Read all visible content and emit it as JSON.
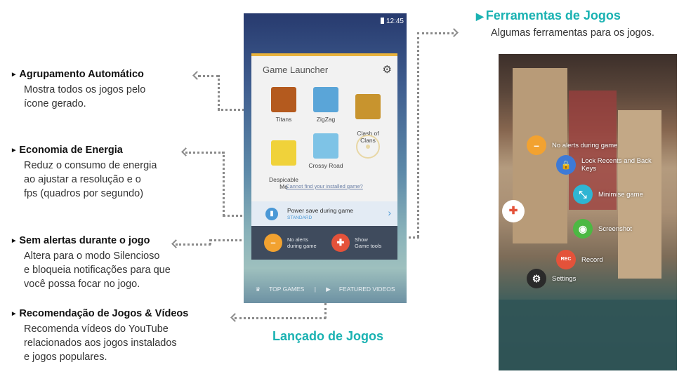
{
  "features": [
    {
      "title": "Agrupamento Automático",
      "desc": "Mostra todos os jogos pelo\nícone gerado."
    },
    {
      "title": "Economia de Energia",
      "desc": "Reduz o consumo de energia\nao ajustar a resolução e o\nfps (quadros por segundo)"
    },
    {
      "title": "Sem alertas durante o jogo",
      "desc": "Altera para o modo Silencioso\ne bloqueia notificações para que\nvocê possa focar no jogo."
    },
    {
      "title": "Recomendação de Jogos & Vídeos",
      "desc": "Recomenda vídeos do YouTube\nrelacionados aos jogos instalados\ne jogos populares."
    }
  ],
  "launcher_caption": "Lançado de Jogos",
  "tools_section": {
    "title": "Ferramentas de Jogos",
    "desc": "Algumas ferramentas para os jogos."
  },
  "phone": {
    "time": "12:45",
    "card_title": "Game Launcher",
    "games": [
      {
        "name": "Titans",
        "color": "#b45a1e"
      },
      {
        "name": "ZigZag",
        "color": "#5aa5d8"
      },
      {
        "name": "Clash of\nClans",
        "color": "#c8942e"
      },
      {
        "name": "Despicable\nMe",
        "color": "#f0d23a"
      },
      {
        "name": "Crossy Road",
        "color": "#7ec3e6"
      }
    ],
    "cannot_find": "Cannot find your installed game?",
    "power_title": "Power save during game",
    "power_mode": "STANDARD",
    "no_alerts": "No alerts\nduring game",
    "show_tools": "Show\nGame tools",
    "top_games": "TOP GAMES",
    "featured_videos": "FEATURED VIDEOS"
  },
  "game_tools": [
    {
      "label": "No alerts during game",
      "color": "#f2a230",
      "glyph": "–"
    },
    {
      "label": "Lock Recents and Back\nKeys",
      "color": "#3e7ad6",
      "glyph": "🔒"
    },
    {
      "label": "Minimise game",
      "color": "#2fb5d3",
      "glyph": "⤡"
    },
    {
      "label": "Screenshot",
      "color": "#4cb843",
      "glyph": "◉"
    },
    {
      "label": "Record",
      "color": "#e4523a",
      "glyph": "REC"
    },
    {
      "label": "Settings",
      "color": "#2a2a2a",
      "glyph": "⚙"
    }
  ]
}
